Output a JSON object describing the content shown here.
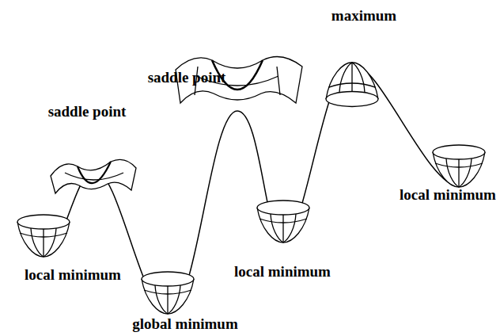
{
  "diagram": {
    "labels": [
      "maximum",
      "saddle point",
      "saddle point",
      "local minimum",
      "local minimum",
      "local minimum",
      "global minimum"
    ]
  }
}
